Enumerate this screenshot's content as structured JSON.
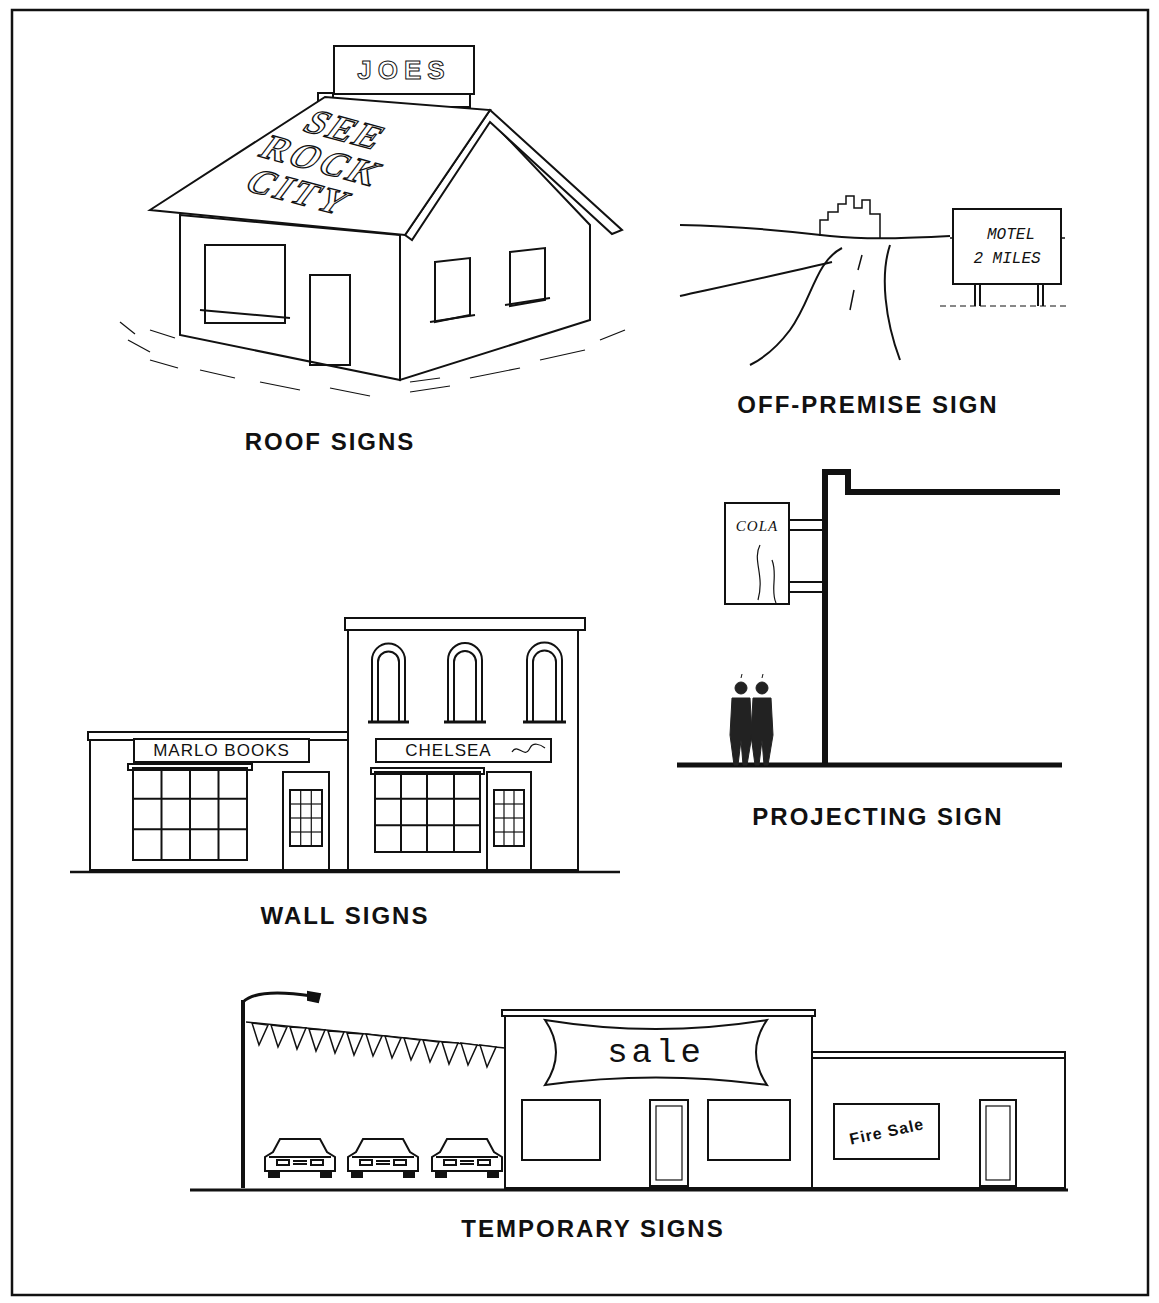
{
  "diagram": {
    "nodes": [
      {
        "text": [
          "JOES"
        ]
      },
      {
        "text": [
          "SEE ROCK CITY"
        ]
      },
      {
        "text": [
          "MOTEL 2 MILES"
        ]
      },
      {
        "text": [
          "COLA"
        ]
      },
      {
        "text": [
          "MARLO BOOKS"
        ]
      },
      {
        "text": [
          "CHELSEA"
        ]
      },
      {
        "text": [
          "sale"
        ]
      },
      {
        "text": [
          "Fire Sale"
        ]
      }
    ],
    "labels": [
      "ROOF SIGNS",
      "OFF-PREMISE SIGN",
      "PROJECTING SIGN",
      "WALL SIGNS",
      "TEMPORARY SIGNS"
    ]
  }
}
